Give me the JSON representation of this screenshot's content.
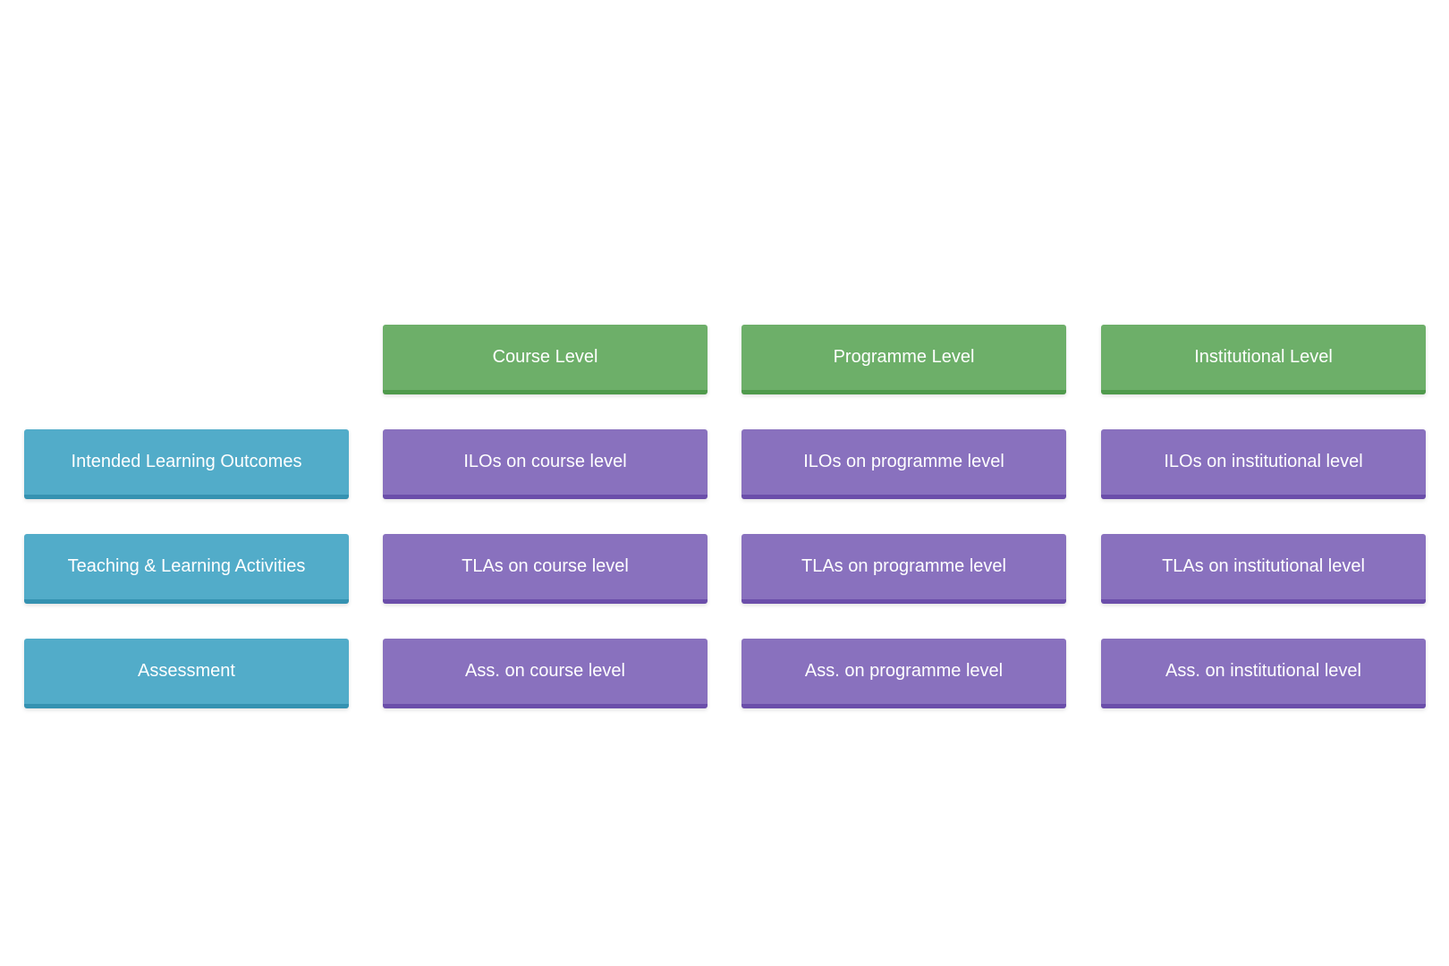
{
  "levels": {
    "course": "Course Level",
    "programme": "Programme Level",
    "institutional": "Institutional Level"
  },
  "categories": {
    "ilo": "Intended Learning Outcomes",
    "tla": "Teaching & Learning Activities",
    "assessment": "Assessment"
  },
  "cells": {
    "ilo": {
      "course": "ILOs on course level",
      "programme": "ILOs on programme level",
      "institutional": "ILOs on institutional level"
    },
    "tla": {
      "course": "TLAs on course level",
      "programme": "TLAs on programme level",
      "institutional": "TLAs on institutional level"
    },
    "assessment": {
      "course": "Ass. on course level",
      "programme": "Ass. on programme level",
      "institutional": "Ass. on institutional level"
    }
  },
  "colors": {
    "level_header": "#6daf69",
    "category": "#52acc9",
    "cell": "#8971be"
  }
}
